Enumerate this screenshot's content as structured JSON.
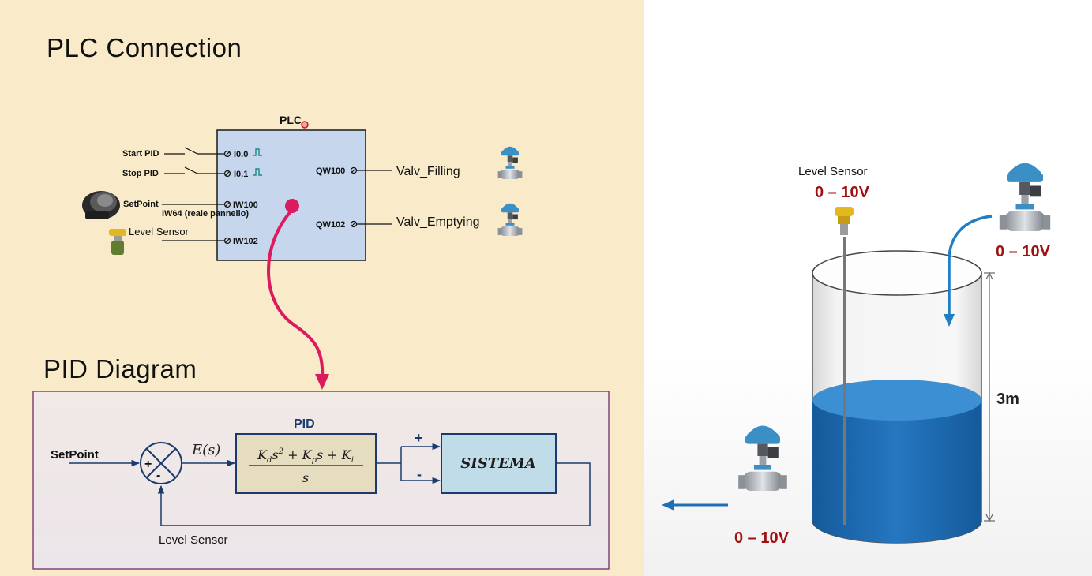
{
  "plc_section": {
    "title": "PLC Connection",
    "plc_label": "PLC",
    "inputs": [
      {
        "label": "Start PID",
        "address": "I0.0"
      },
      {
        "label": "Stop PID",
        "address": "I0.1"
      },
      {
        "label": "SetPoint",
        "address": "IW100",
        "note": "IW64 (reale pannello)"
      },
      {
        "label": "Level Sensor",
        "address": "IW102"
      }
    ],
    "outputs": [
      {
        "address": "QW100",
        "label": "Valv_Filling"
      },
      {
        "address": "QW102",
        "label": "Valv_Emptying"
      }
    ]
  },
  "pid_section": {
    "title": "PID Diagram",
    "block_title": "PID",
    "setpoint_label": "SetPoint",
    "error_label": "E(s)",
    "sum_plus": "+",
    "sum_minus": "-",
    "transfer_numerator": "K_d s^2 + K_p s + K_i",
    "transfer_denominator": "s",
    "pm_plus": "+",
    "pm_minus": "-",
    "system_label": "SISTEMA",
    "feedback_label": "Level Sensor"
  },
  "tank_section": {
    "sensor_label": "Level Sensor",
    "sensor_range": "0 – 10V",
    "inlet_valve_range": "0 – 10V",
    "outlet_valve_range": "0 – 10V",
    "height_label": "3m",
    "water_level_fraction": 0.55
  },
  "colors": {
    "left_bg": "#f9ebc9",
    "plc_box": "#c6d6ec",
    "pid_block": "#e6dcc0",
    "system_block": "#bfdce8",
    "diagram_line": "#1c3a6b",
    "pink_arrow": "#dc1a5e",
    "water": "#1f6fb6",
    "range_text": "#a01010",
    "valve_blue": "#3a8fc4"
  }
}
